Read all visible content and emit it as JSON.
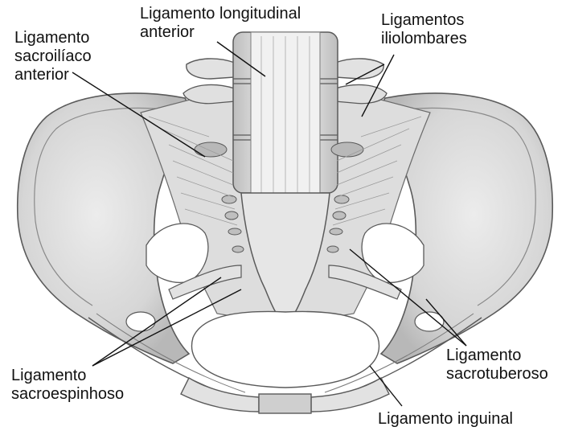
{
  "labels": {
    "longitudinal": {
      "line1": "Ligamento longitudinal",
      "line2": "anterior"
    },
    "iliolombares": {
      "line1": "Ligamentos",
      "line2": "iliolombares"
    },
    "sacroiliaco": {
      "line1": "Ligamento",
      "line2": "sacroilíaco",
      "line3": "anterior"
    },
    "sacroespinhoso": {
      "line1": "Ligamento",
      "line2": "sacroespinhoso"
    },
    "sacrotuberoso": {
      "line1": "Ligamento",
      "line2": "sacrotuberoso"
    },
    "inguinal": {
      "line1": "Ligamento inguinal"
    }
  },
  "colors": {
    "bone_fill": "#e6e6e6",
    "bone_shade": "#c4c4c4",
    "bone_dark": "#a8a8a8",
    "outline": "#5a5a5a",
    "leader": "#111111"
  }
}
